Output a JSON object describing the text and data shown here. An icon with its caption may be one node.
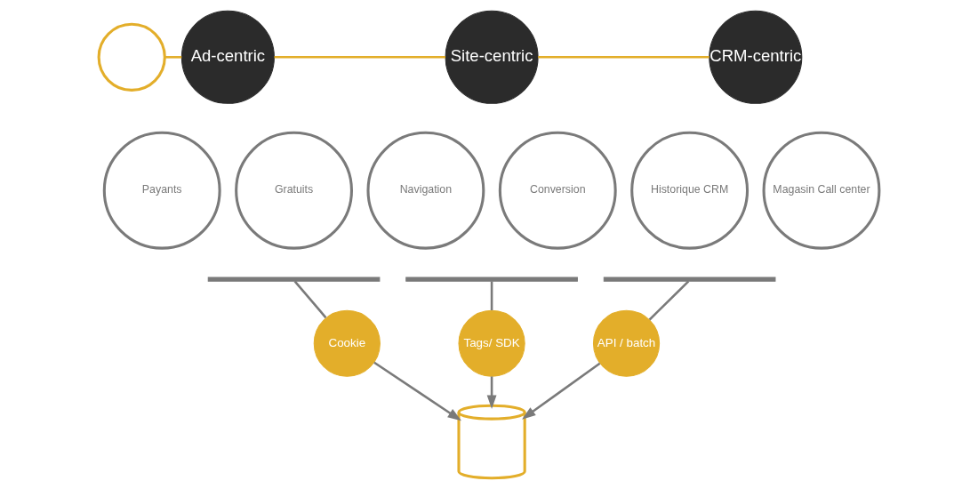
{
  "diagram": {
    "nodes": [
      {
        "text": [],
        "shape": "person"
      },
      {
        "text": [
          "Ad-centric"
        ]
      },
      {
        "text": [
          "Site-centric"
        ]
      },
      {
        "text": [
          "CRM-centric"
        ]
      },
      {
        "text": [
          "Payants"
        ]
      },
      {
        "text": [
          "Gratuits"
        ]
      },
      {
        "text": [
          "Navigation"
        ]
      },
      {
        "text": [
          "Conversion"
        ]
      },
      {
        "text": [
          "Historique CRM"
        ]
      },
      {
        "text": [
          "Magasin Call center"
        ]
      },
      {
        "text": [],
        "shape": "bar"
      },
      {
        "text": [],
        "shape": "bar"
      },
      {
        "text": [],
        "shape": "bar"
      },
      {
        "text": [
          "Cookie"
        ]
      },
      {
        "text": [
          "Tags/ SDK"
        ]
      },
      {
        "text": [
          "API / batch"
        ]
      },
      {
        "text": [],
        "shape": "cylinder"
      }
    ],
    "edges": [
      {
        "from": 0,
        "to": 1,
        "arrow": "none",
        "color": "#e3ae2a"
      },
      {
        "from": 1,
        "to": 2,
        "arrow": "none",
        "color": "#e3ae2a"
      },
      {
        "from": 2,
        "to": 3,
        "arrow": "none",
        "color": "#e3ae2a"
      },
      {
        "from": 10,
        "to": 13,
        "arrow": "none"
      },
      {
        "from": 13,
        "to": 16,
        "arrow": "to"
      },
      {
        "from": 11,
        "to": 14,
        "arrow": "none"
      },
      {
        "from": 14,
        "to": 16,
        "arrow": "to"
      },
      {
        "from": 12,
        "to": 15,
        "arrow": "none"
      },
      {
        "from": 15,
        "to": 16,
        "arrow": "to"
      }
    ]
  }
}
